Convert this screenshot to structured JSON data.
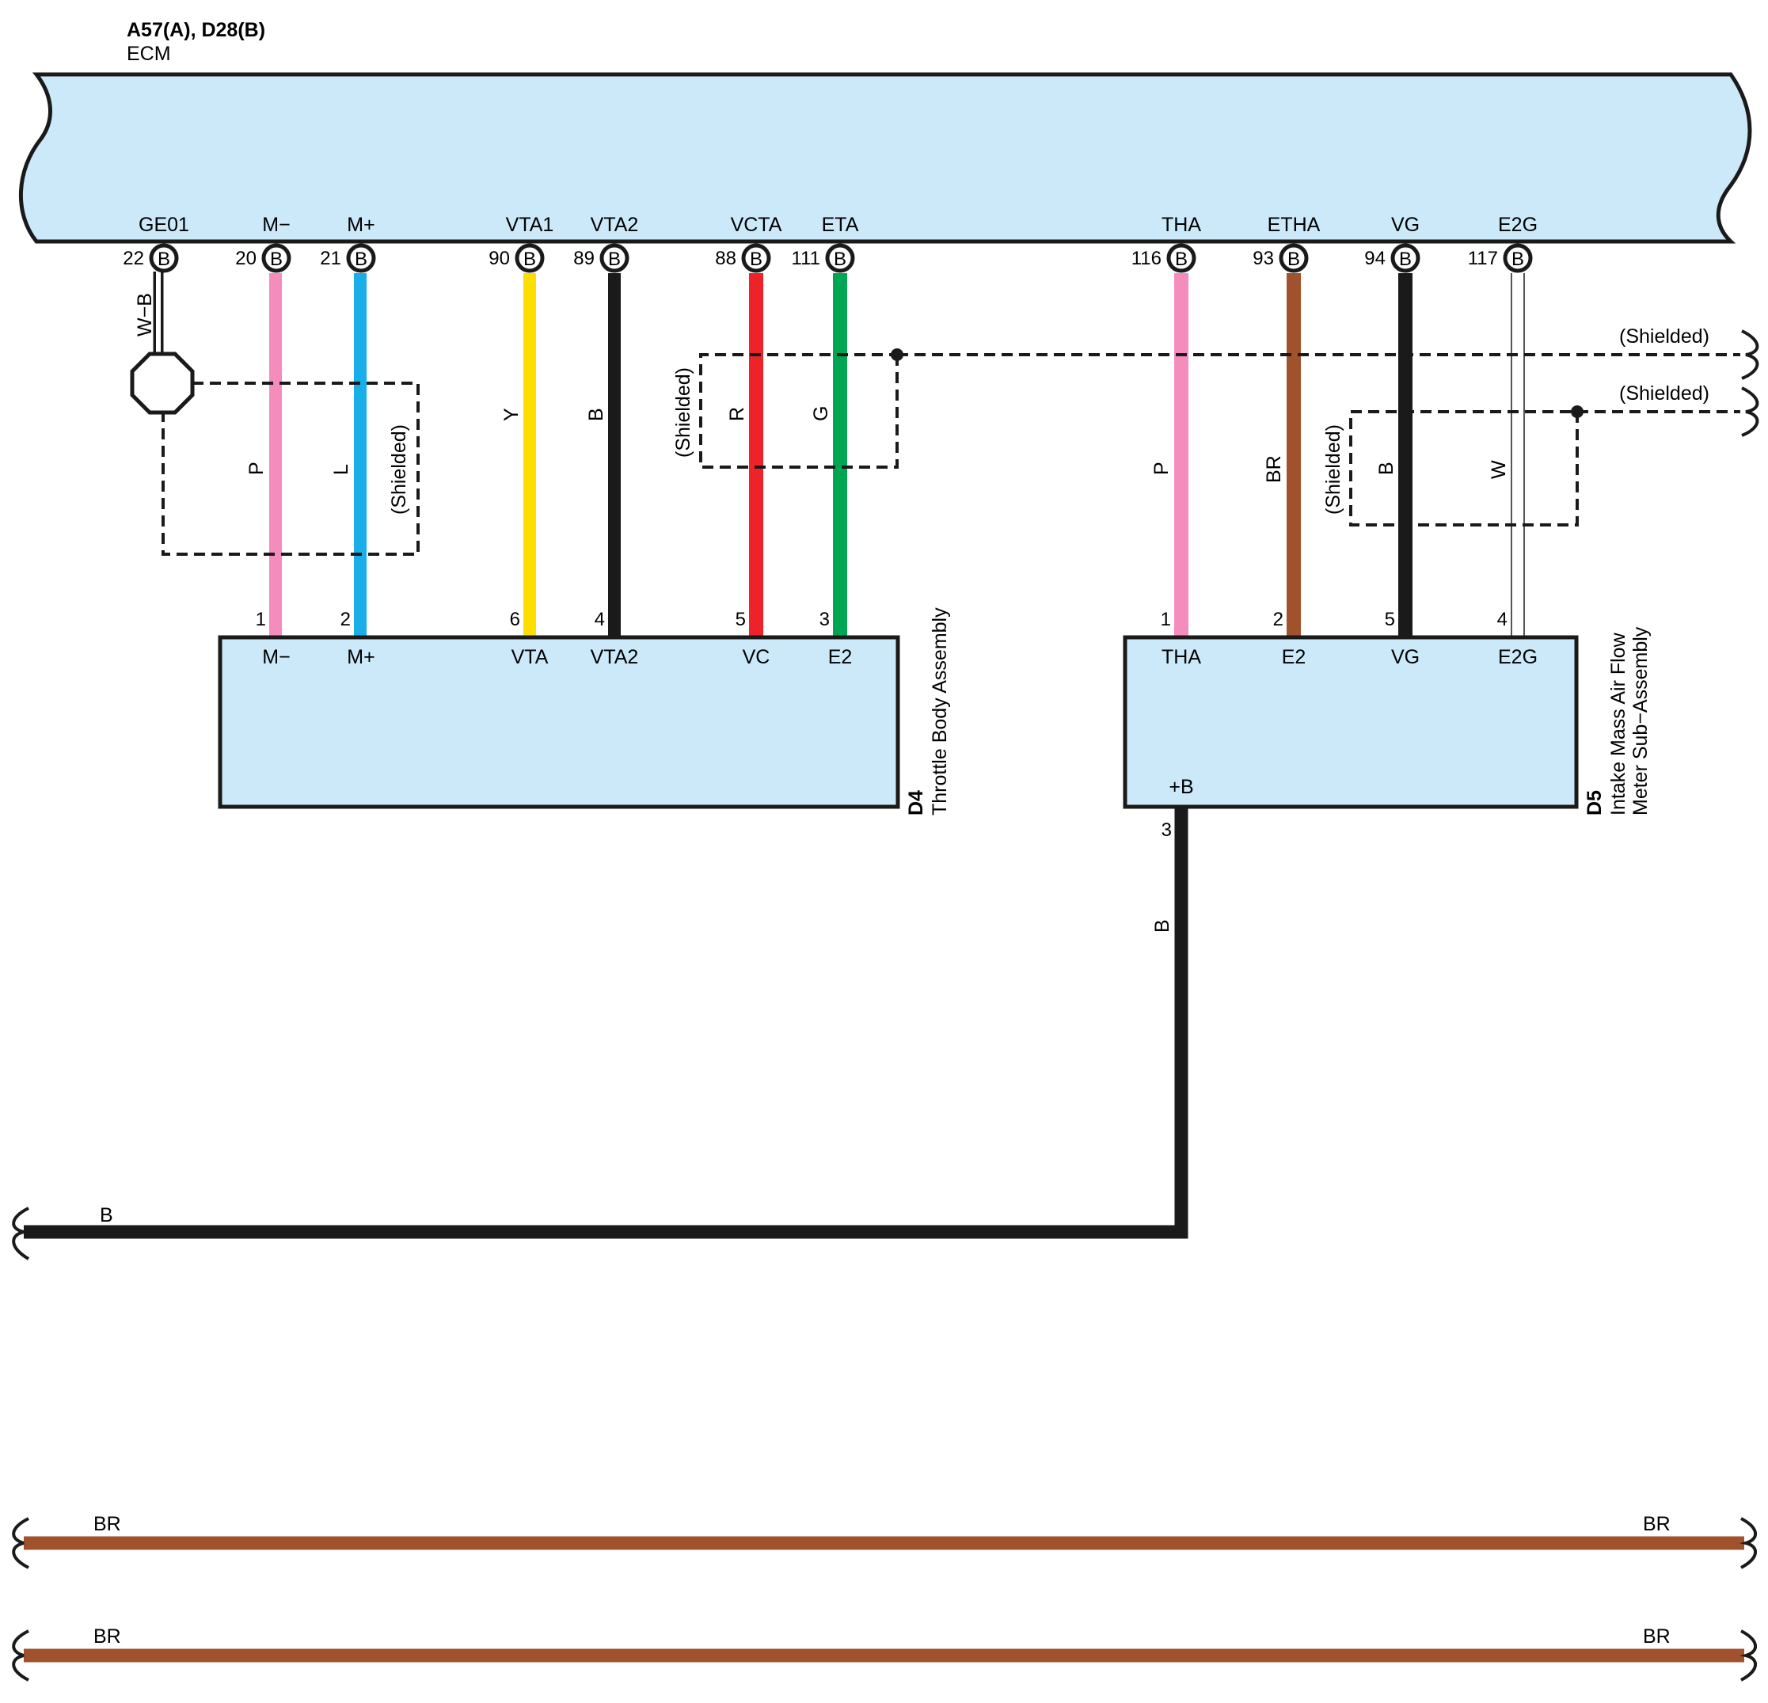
{
  "ecm": {
    "connector_title": "A57(A), D28(B)",
    "name": "ECM",
    "fill": "#cce9f9"
  },
  "ecm_terminals": [
    {
      "name": "GE01",
      "pin": "22",
      "conn": "B"
    },
    {
      "name": "M−",
      "pin": "20",
      "conn": "B"
    },
    {
      "name": "M+",
      "pin": "21",
      "conn": "B"
    },
    {
      "name": "VTA1",
      "pin": "90",
      "conn": "B"
    },
    {
      "name": "VTA2",
      "pin": "89",
      "conn": "B"
    },
    {
      "name": "VCTA",
      "pin": "88",
      "conn": "B"
    },
    {
      "name": "ETA",
      "pin": "111",
      "conn": "B"
    },
    {
      "name": "THA",
      "pin": "116",
      "conn": "B"
    },
    {
      "name": "ETHA",
      "pin": "93",
      "conn": "B"
    },
    {
      "name": "VG",
      "pin": "94",
      "conn": "B"
    },
    {
      "name": "E2G",
      "pin": "117",
      "conn": "B"
    }
  ],
  "wires": [
    {
      "color_code": "W−B",
      "color": "#ffffff",
      "from": "GE01"
    },
    {
      "color_code": "P",
      "color": "#f48cbc",
      "from": "M−"
    },
    {
      "color_code": "L",
      "color": "#1aaee8",
      "from": "M+"
    },
    {
      "color_code": "Y",
      "color": "#fedd00",
      "from": "VTA1"
    },
    {
      "color_code": "B",
      "color": "#1a1a1a",
      "from": "VTA2"
    },
    {
      "color_code": "R",
      "color": "#ee2229",
      "from": "VCTA"
    },
    {
      "color_code": "G",
      "color": "#00a651",
      "from": "ETA"
    },
    {
      "color_code": "P",
      "color": "#f48cbc",
      "from": "THA"
    },
    {
      "color_code": "BR",
      "color": "#a0522d",
      "from": "ETHA"
    },
    {
      "color_code": "B",
      "color": "#1a1a1a",
      "from": "VG"
    },
    {
      "color_code": "W",
      "color": "#ffffff",
      "from": "E2G"
    }
  ],
  "shield_label": "(Shielded)",
  "d4": {
    "code": "D4",
    "name": "Throttle Body Assembly",
    "terminals": [
      {
        "pin": "1",
        "name": "M−"
      },
      {
        "pin": "2",
        "name": "M+"
      },
      {
        "pin": "6",
        "name": "VTA"
      },
      {
        "pin": "4",
        "name": "VTA2"
      },
      {
        "pin": "5",
        "name": "VC"
      },
      {
        "pin": "3",
        "name": "E2"
      }
    ]
  },
  "d5": {
    "code": "D5",
    "name_line1": "Intake Mass Air Flow",
    "name_line2": "Meter Sub−Assembly",
    "terminals": [
      {
        "pin": "1",
        "name": "THA"
      },
      {
        "pin": "2",
        "name": "E2"
      },
      {
        "pin": "5",
        "name": "VG"
      },
      {
        "pin": "4",
        "name": "E2G"
      }
    ],
    "power": {
      "pin": "3",
      "name": "+B",
      "wire_code": "B"
    }
  },
  "power_line": {
    "wire_code": "B",
    "color": "#1a1a1a"
  },
  "br_lines": [
    {
      "left_code": "BR",
      "right_code": "BR",
      "color": "#a0522d"
    },
    {
      "left_code": "BR",
      "right_code": "BR",
      "color": "#a0522d"
    }
  ]
}
